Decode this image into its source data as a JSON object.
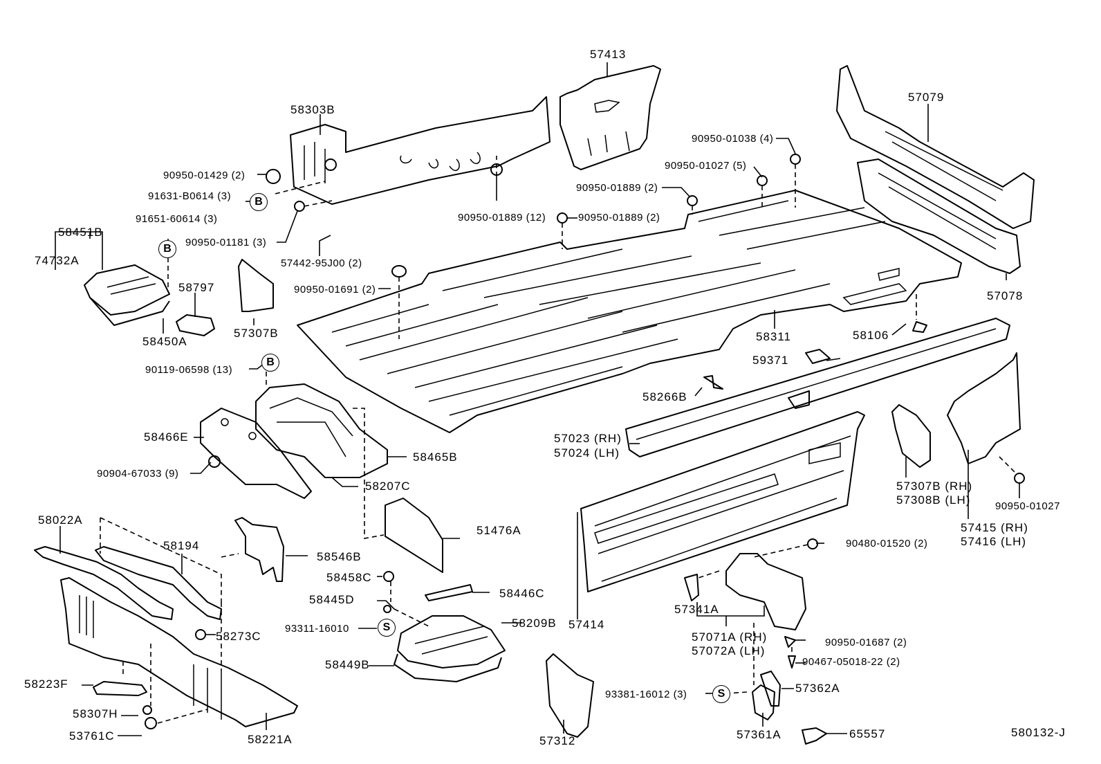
{
  "diagram": {
    "title_code": "580132-J",
    "callout_symbols": {
      "bolt_B": "B",
      "screw_S": "S"
    },
    "labels": [
      {
        "id": "p58303B",
        "text": "58303B"
      },
      {
        "id": "p57413",
        "text": "57413"
      },
      {
        "id": "p57079",
        "text": "57079"
      },
      {
        "id": "p57078",
        "text": "57078"
      },
      {
        "id": "p90950_01429",
        "text": "90950-01429 (2)"
      },
      {
        "id": "p91631_B0614",
        "text": "91631-B0614 (3)"
      },
      {
        "id": "p91651_60614",
        "text": "91651-60614 (3)"
      },
      {
        "id": "p90950_01181",
        "text": "90950-01181 (3)"
      },
      {
        "id": "p57442_95J00",
        "text": "57442-95J00 (2)"
      },
      {
        "id": "p90950_01889_12",
        "text": "90950-01889 (12)"
      },
      {
        "id": "p90950_01889_2a",
        "text": "90950-01889 (2)"
      },
      {
        "id": "p90950_01889_2b",
        "text": "90950-01889 (2)"
      },
      {
        "id": "p90950_01027_5",
        "text": "90950-01027 (5)"
      },
      {
        "id": "p90950_01038_4",
        "text": "90950-01038 (4)"
      },
      {
        "id": "p58451B",
        "text": "58451B"
      },
      {
        "id": "p74732A",
        "text": "74732A"
      },
      {
        "id": "p58797",
        "text": "58797"
      },
      {
        "id": "p58450A",
        "text": "58450A"
      },
      {
        "id": "p57307B",
        "text": "57307B"
      },
      {
        "id": "p90950_01691",
        "text": "90950-01691 (2)"
      },
      {
        "id": "p58311",
        "text": "58311"
      },
      {
        "id": "p58106",
        "text": "58106"
      },
      {
        "id": "p59371",
        "text": "59371"
      },
      {
        "id": "p90119_06598",
        "text": "90119-06598 (13)"
      },
      {
        "id": "p58266B",
        "text": "58266B"
      },
      {
        "id": "p58466E",
        "text": "58466E"
      },
      {
        "id": "p58465B",
        "text": "58465B"
      },
      {
        "id": "p58207C",
        "text": "58207C"
      },
      {
        "id": "p90904_67033",
        "text": "90904-67033 (9)"
      },
      {
        "id": "p57023_rh",
        "text": "57023 (RH)"
      },
      {
        "id": "p57024_lh",
        "text": "57024 (LH)"
      },
      {
        "id": "p57307B_rh",
        "text": "57307B (RH)"
      },
      {
        "id": "p57308B_lh",
        "text": "57308B (LH)"
      },
      {
        "id": "p90950_01027",
        "text": "90950-01027"
      },
      {
        "id": "p57415_rh",
        "text": "57415 (RH)"
      },
      {
        "id": "p57416_lh",
        "text": "57416 (LH)"
      },
      {
        "id": "p58022A",
        "text": "58022A"
      },
      {
        "id": "p58194",
        "text": "58194"
      },
      {
        "id": "p58546B",
        "text": "58546B"
      },
      {
        "id": "p51476A",
        "text": "51476A"
      },
      {
        "id": "p90480_01520",
        "text": "90480-01520 (2)"
      },
      {
        "id": "p58458C",
        "text": "58458C"
      },
      {
        "id": "p58445D",
        "text": "58445D"
      },
      {
        "id": "p58446C",
        "text": "58446C"
      },
      {
        "id": "p93311_16010",
        "text": "93311-16010"
      },
      {
        "id": "p58209B",
        "text": "58209B"
      },
      {
        "id": "p58449B",
        "text": "58449B"
      },
      {
        "id": "p57414",
        "text": "57414"
      },
      {
        "id": "p57341A",
        "text": "57341A"
      },
      {
        "id": "p57071A_rh",
        "text": "57071A (RH)"
      },
      {
        "id": "p57072A_lh",
        "text": "57072A (LH)"
      },
      {
        "id": "p90950_01687",
        "text": "90950-01687 (2)"
      },
      {
        "id": "p90467_05018_22",
        "text": "90467-05018-22 (2)"
      },
      {
        "id": "p58273C",
        "text": "58273C"
      },
      {
        "id": "p58223F",
        "text": "58223F"
      },
      {
        "id": "p58307H",
        "text": "58307H"
      },
      {
        "id": "p53761C",
        "text": "53761C"
      },
      {
        "id": "p58221A",
        "text": "58221A"
      },
      {
        "id": "p93381_16012",
        "text": "93381-16012 (3)"
      },
      {
        "id": "p57362A",
        "text": "57362A"
      },
      {
        "id": "p57312",
        "text": "57312"
      },
      {
        "id": "p57361A",
        "text": "57361A"
      },
      {
        "id": "p65557",
        "text": "65557"
      }
    ]
  }
}
